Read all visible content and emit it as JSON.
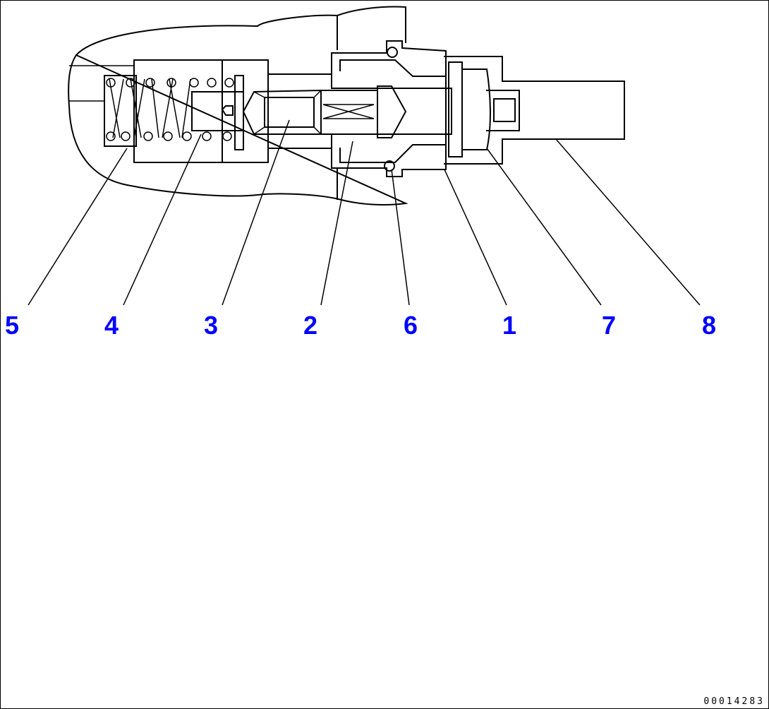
{
  "callouts": [
    {
      "number": "5"
    },
    {
      "number": "4"
    },
    {
      "number": "3"
    },
    {
      "number": "2"
    },
    {
      "number": "6"
    },
    {
      "number": "1"
    },
    {
      "number": "7"
    },
    {
      "number": "8"
    }
  ],
  "drawing_code": "00014283",
  "colors": {
    "callout_number": "#0000ff",
    "line": "#000000",
    "background": "#ffffff"
  }
}
